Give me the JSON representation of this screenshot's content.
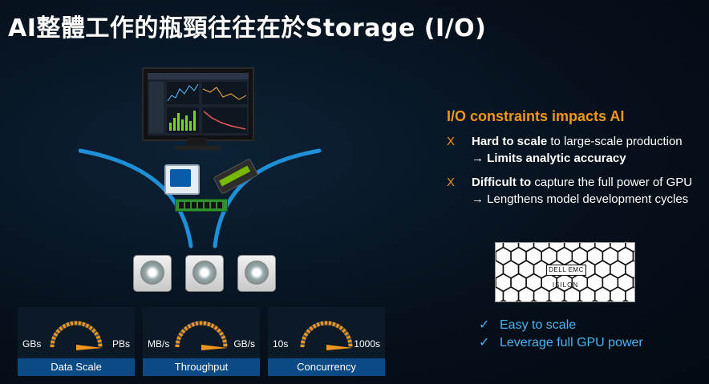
{
  "title": "AI整體工作的瓶頸往往在於Storage (I/O)",
  "constraints": {
    "heading": "I/O constraints impacts AI",
    "bullet_marker": "X",
    "items": [
      {
        "line1_bold": "Hard to scale",
        "line1_rest": " to large-scale production",
        "line2_arrow": "→ ",
        "line2_bold": "Limits analytic accuracy",
        "line2_rest": ""
      },
      {
        "line1_bold": "Difficult to",
        "line1_rest": " capture the full power of GPU",
        "line2_arrow": "→ ",
        "line2_bold": "",
        "line2_rest": "Lengthens model development cycles"
      }
    ]
  },
  "product": {
    "brand": "DELL EMC",
    "name": "ISILON"
  },
  "benefits": {
    "check_mark": "✓",
    "items": [
      "Easy to scale",
      "Leverage full GPU power"
    ]
  },
  "gauges": [
    {
      "left": "GBs",
      "right": "PBs",
      "label": "Data Scale"
    },
    {
      "left": "MB/s",
      "right": "GB/s",
      "label": "Throughput"
    },
    {
      "left": "10s",
      "right": "1000s",
      "label": "Concurrency"
    }
  ],
  "colors": {
    "accent_orange": "#f0961e",
    "accent_blue": "#4ab3f0",
    "funnel_blue": "#1f8fd8",
    "footer_blue": "#0b4a84"
  },
  "icons": [
    "monitor-icon",
    "cpu-icon",
    "gpu-card-icon",
    "ram-stick-icon",
    "hard-drive-icon",
    "gauge-icon"
  ]
}
